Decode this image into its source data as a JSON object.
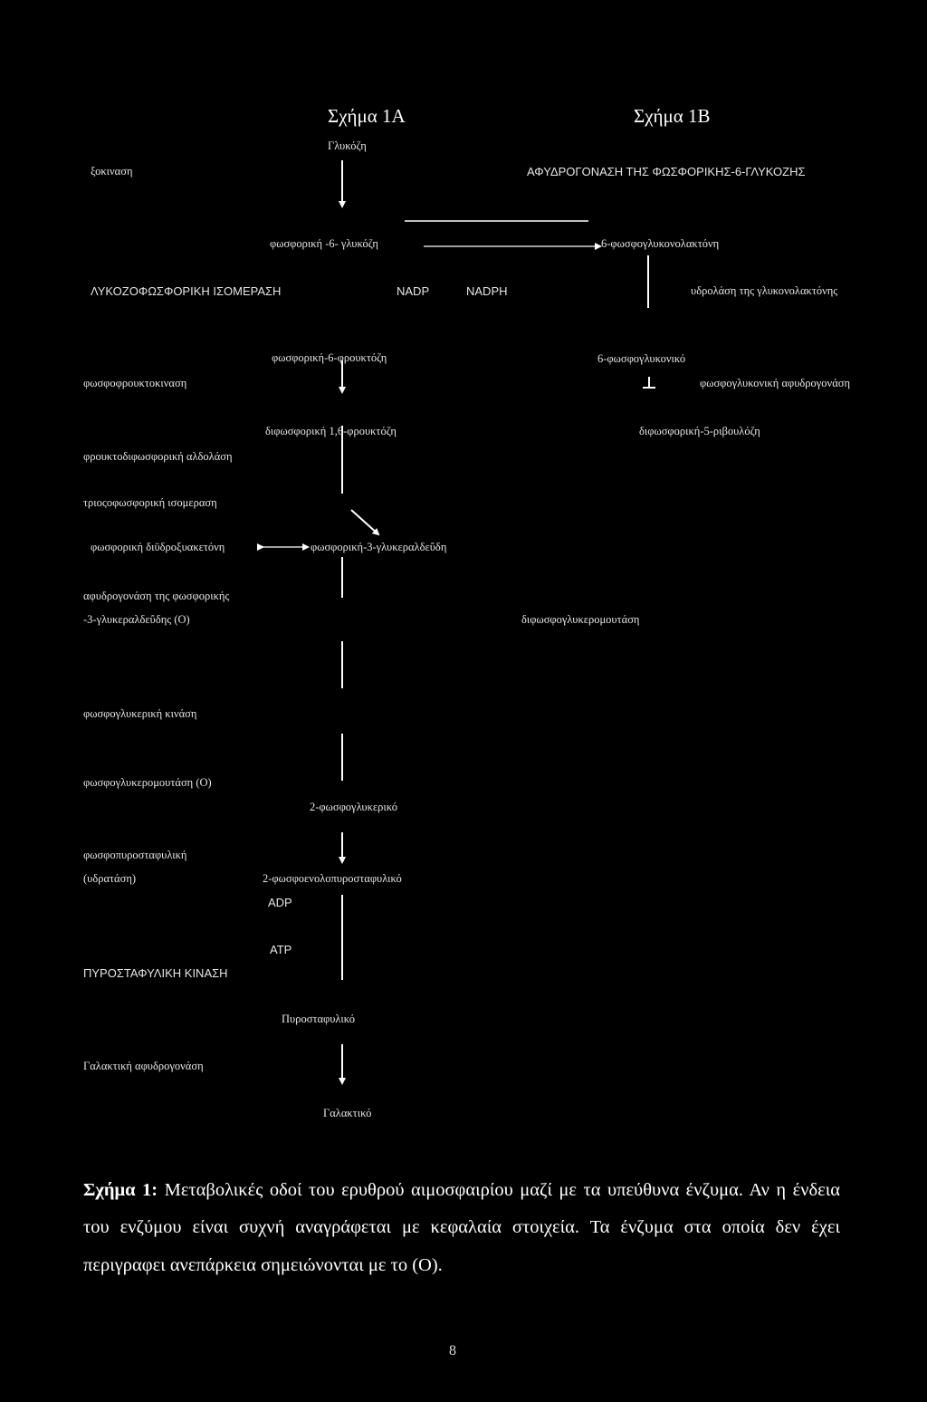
{
  "figure_titles": {
    "a": "Σχήμα 1Α",
    "b": "Σχήμα 1Β"
  },
  "pathway_a": {
    "glucose": "Γλυκόζη",
    "hexokinase_partial": "ξοκιναση",
    "g6p": "φωσφορική -6- γλυκόζη",
    "gpi_enzyme": "ΛΥΚΟΖΟΦΩΣΦΟΡΙΚΗ ΙΣΟΜΕΡΑΣΗ",
    "f6p": "φωσφορική-6-φρουκτόζη",
    "pfk_enzyme": "φωσφοφρουκτοκιναση",
    "f16bp": "διφωσφορική 1,6-φρουκτόζη",
    "aldolase_enzyme": "φρουκτοδιφωσφορική αλδολάση",
    "tpi_enzyme": "τριοςοφωσφορική ισομεραση",
    "dhap": "φωσφορική διϋδροξυακετόνη",
    "g3p": "φωσφορική-3-γλυκεραλδεΰδη",
    "gapdh_enzyme_line1": "αφυδρογονάση της φωσφορικής",
    "gapdh_enzyme_line2": "-3-γλυκεραλδεΰδης (Ο)",
    "bpgm_enzyme": "διφωσφογλυκερομουτάση",
    "pgk_enzyme": "φωσφογλυκερική κινάση",
    "pgm_enzyme": "φωσφογλυκερομουτάση (Ο)",
    "pg2": "2-φωσφογλυκερικό",
    "enolase_line1": "φωσφοπυροσταφυλική",
    "enolase_line2": "(υδρατάση)",
    "pep": "2-φωσφοενολοπυροσταφυλικό",
    "adp": "ADP",
    "atp": "ΑΤΡ",
    "pk_enzyme": "ΠΥΡΟΣΤΑΦΥΛΙΚΗ ΚΙΝΑΣΗ",
    "pyruvate": "Πυροσταφυλικό",
    "ldh_enzyme": "Γαλακτική αφυδρογονάση",
    "lactate": "Γαλακτικό"
  },
  "pathway_b": {
    "g6pd_enzyme": "ΑΦΥΔΡΟΓΟΝΑΣΗ ΤΗΣ ΦΩΣΦΟΡΙΚΗΣ-6-ΓΛΥΚΟΖΗΣ",
    "phosphogluconolactone": "6-φωσφογλυκονολακτόνη",
    "nadp": "NADP",
    "nadph": "NADPH",
    "lactonase_enzyme": "υδρολάση της γλυκονολακτόνης",
    "phosphogluconate": "6-φωσφογλυκονικό",
    "pgd_enzyme": "φωσφογλυκονική αφυδρογονάση",
    "ribulose": "διφωσφορική-5-ριβουλόζη"
  },
  "caption": {
    "label": "Σχήμα 1:",
    "text": " Μεταβολικές οδοί του ερυθρού αιμοσφαιρίου μαζί με τα υπεύθυνα ένζυμα. Αν η ένδεια του ενζύμου είναι συχνή αναγράφεται με κεφαλαία στοιχεία. Τα ένζυμα στα οποία δεν έχει περιγραφει ανεπάρκεια σημειώνονται με το (Ο)."
  },
  "page_number": "8"
}
